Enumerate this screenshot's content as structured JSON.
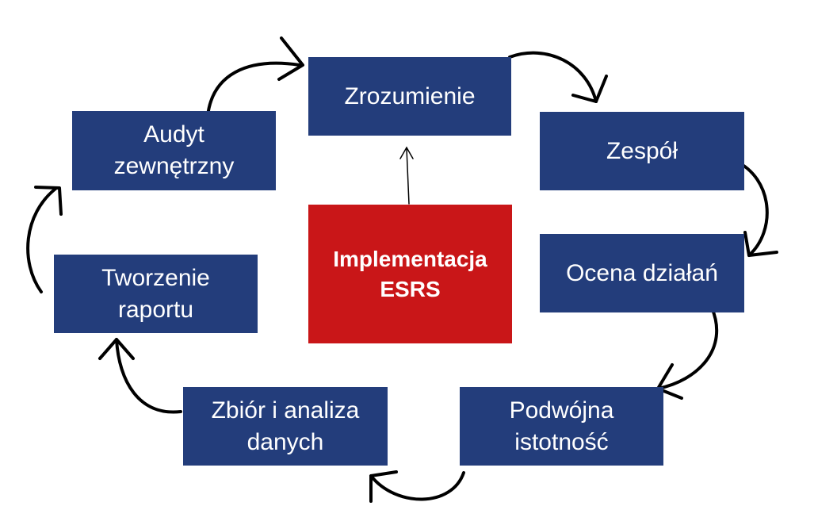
{
  "diagram": {
    "center": {
      "label": "Implementacja\nESRS"
    },
    "steps": [
      {
        "label": "Zrozumienie"
      },
      {
        "label": "Zespół"
      },
      {
        "label": "Ocena działań"
      },
      {
        "label": "Podwójna\nistotność"
      },
      {
        "label": "Zbiór i analiza\ndanych"
      },
      {
        "label": "Tworzenie\nraportu"
      },
      {
        "label": "Audyt\nzewnętrzny"
      }
    ]
  },
  "colors": {
    "step_box": "#233d7b",
    "center_box": "#c91618",
    "text": "#ffffff",
    "arrow": "#000000"
  }
}
